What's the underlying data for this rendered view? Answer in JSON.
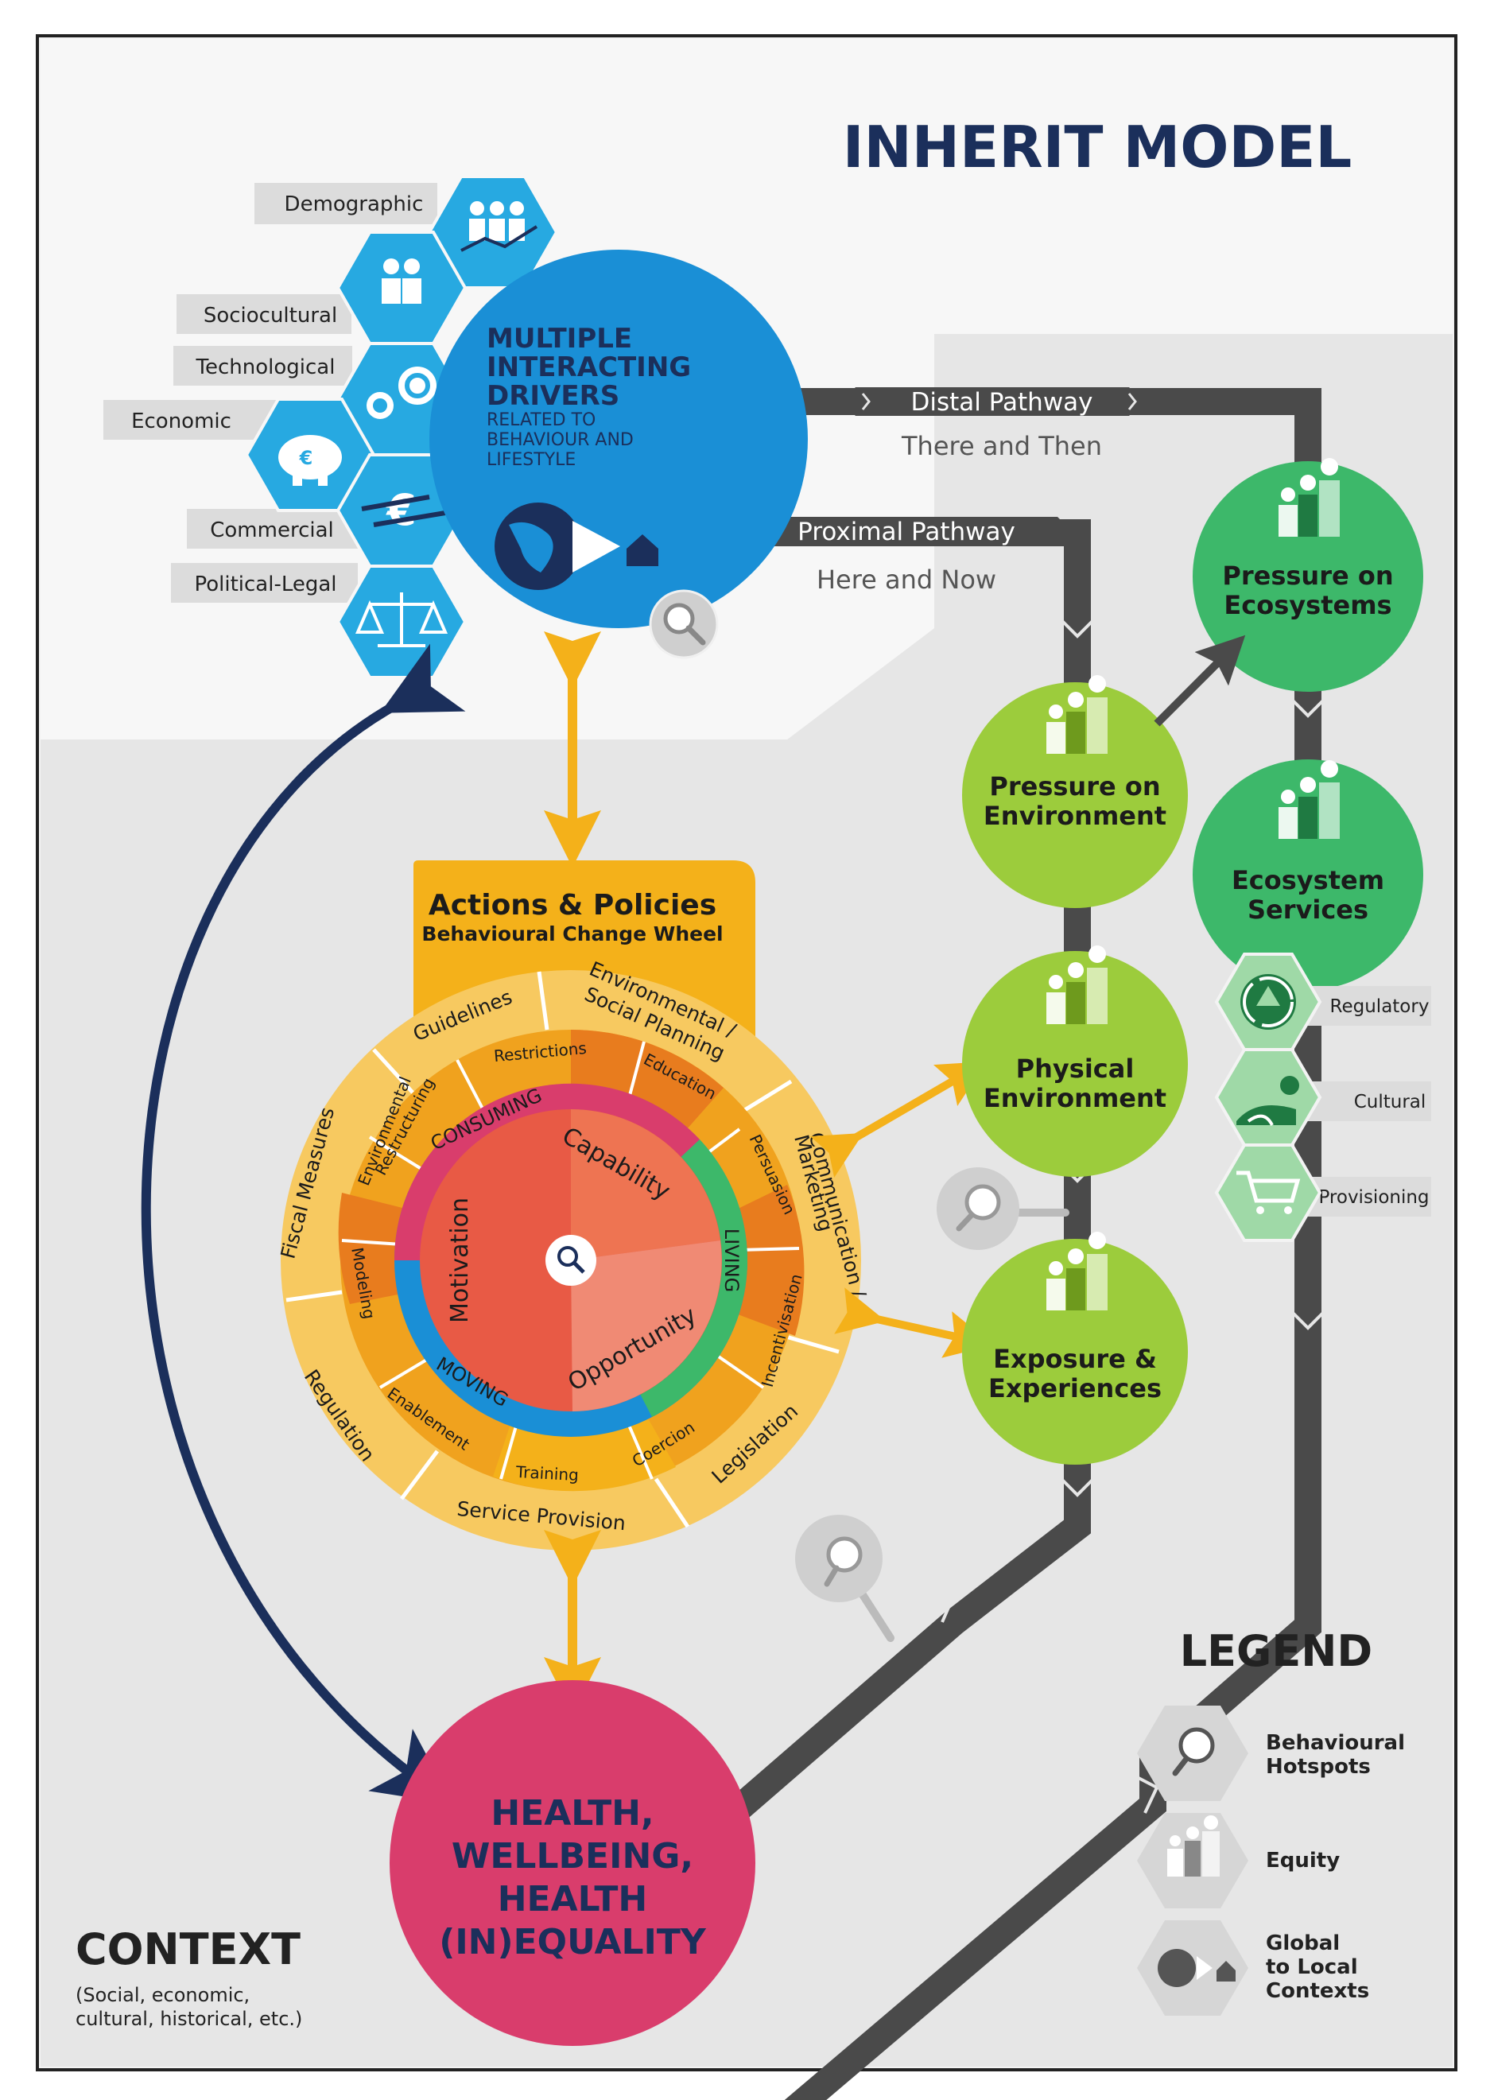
{
  "title": "INHERIT MODEL",
  "drivers": {
    "heading": [
      "MULTIPLE",
      "INTERACTING",
      "DRIVERS"
    ],
    "subheading": [
      "RELATED TO",
      "BEHAVIOUR AND",
      "LIFESTYLE"
    ],
    "labels": [
      "Demographic",
      "Sociocultural",
      "Technological",
      "Economic",
      "Commercial",
      "Political-Legal"
    ]
  },
  "pathways": {
    "distal": "Distal Pathway",
    "distal_sub": "There and Then",
    "proximal": "Proximal Pathway",
    "proximal_sub": "Here and Now"
  },
  "environment_nodes": {
    "pressure_on_environment": [
      "Pressure on",
      "Environment"
    ],
    "physical_environment": [
      "Physical",
      "Environment"
    ],
    "exposure_experiences": [
      "Exposure &",
      "Experiences"
    ],
    "pressure_on_ecosystems": [
      "Pressure on",
      "Ecosystems"
    ],
    "ecosystem_services": [
      "Ecosystem",
      "Services"
    ]
  },
  "ecosystem_services": [
    "Regulatory",
    "Cultural",
    "Provisioning"
  ],
  "actions": {
    "title": "Actions & Policies",
    "subtitle": "Behavioural Change Wheel"
  },
  "wheel": {
    "outer": [
      "Guidelines",
      "Environmental /",
      "Social Planning",
      "Communication /",
      "Marketing",
      "Legislation",
      "Service Provision",
      "Regulation",
      "Fiscal Measures"
    ],
    "middle": [
      "Restrictions",
      "Education",
      "Persuasion",
      "Incentivisation",
      "Coercion",
      "Training",
      "Enablement",
      "Modeling",
      "Environmental",
      "Restructuring"
    ],
    "behaviours": [
      "CONSUMING",
      "LIVING",
      "MOVING"
    ],
    "core": [
      "Capability",
      "Opportunity",
      "Motivation"
    ]
  },
  "health": [
    "HEALTH,",
    "WELLBEING,",
    "HEALTH",
    "(IN)EQUALITY"
  ],
  "context": {
    "title": "CONTEXT",
    "note": [
      "(Social, economic,",
      "cultural, historical, etc.)"
    ]
  },
  "legend": {
    "title": "LEGEND",
    "items": [
      {
        "label": [
          "Behavioural",
          "Hotspots"
        ],
        "icon": "magnifier-icon"
      },
      {
        "label": [
          "Equity"
        ],
        "icon": "equity-icon"
      },
      {
        "label": [
          "Global",
          "to Local",
          "Contexts"
        ],
        "icon": "globe-house-icon"
      }
    ]
  },
  "colors": {
    "navy": "#1b2f5b",
    "blue": "#1a8fd6",
    "light_blue": "#27a9e1",
    "grey_pipe": "#4a4a4a",
    "yellow": "#f4b11a",
    "green_light": "#9ccc3c",
    "green_dark": "#3db86a",
    "pink": "#d93d6c",
    "background_grey": "#e8e8e8"
  }
}
